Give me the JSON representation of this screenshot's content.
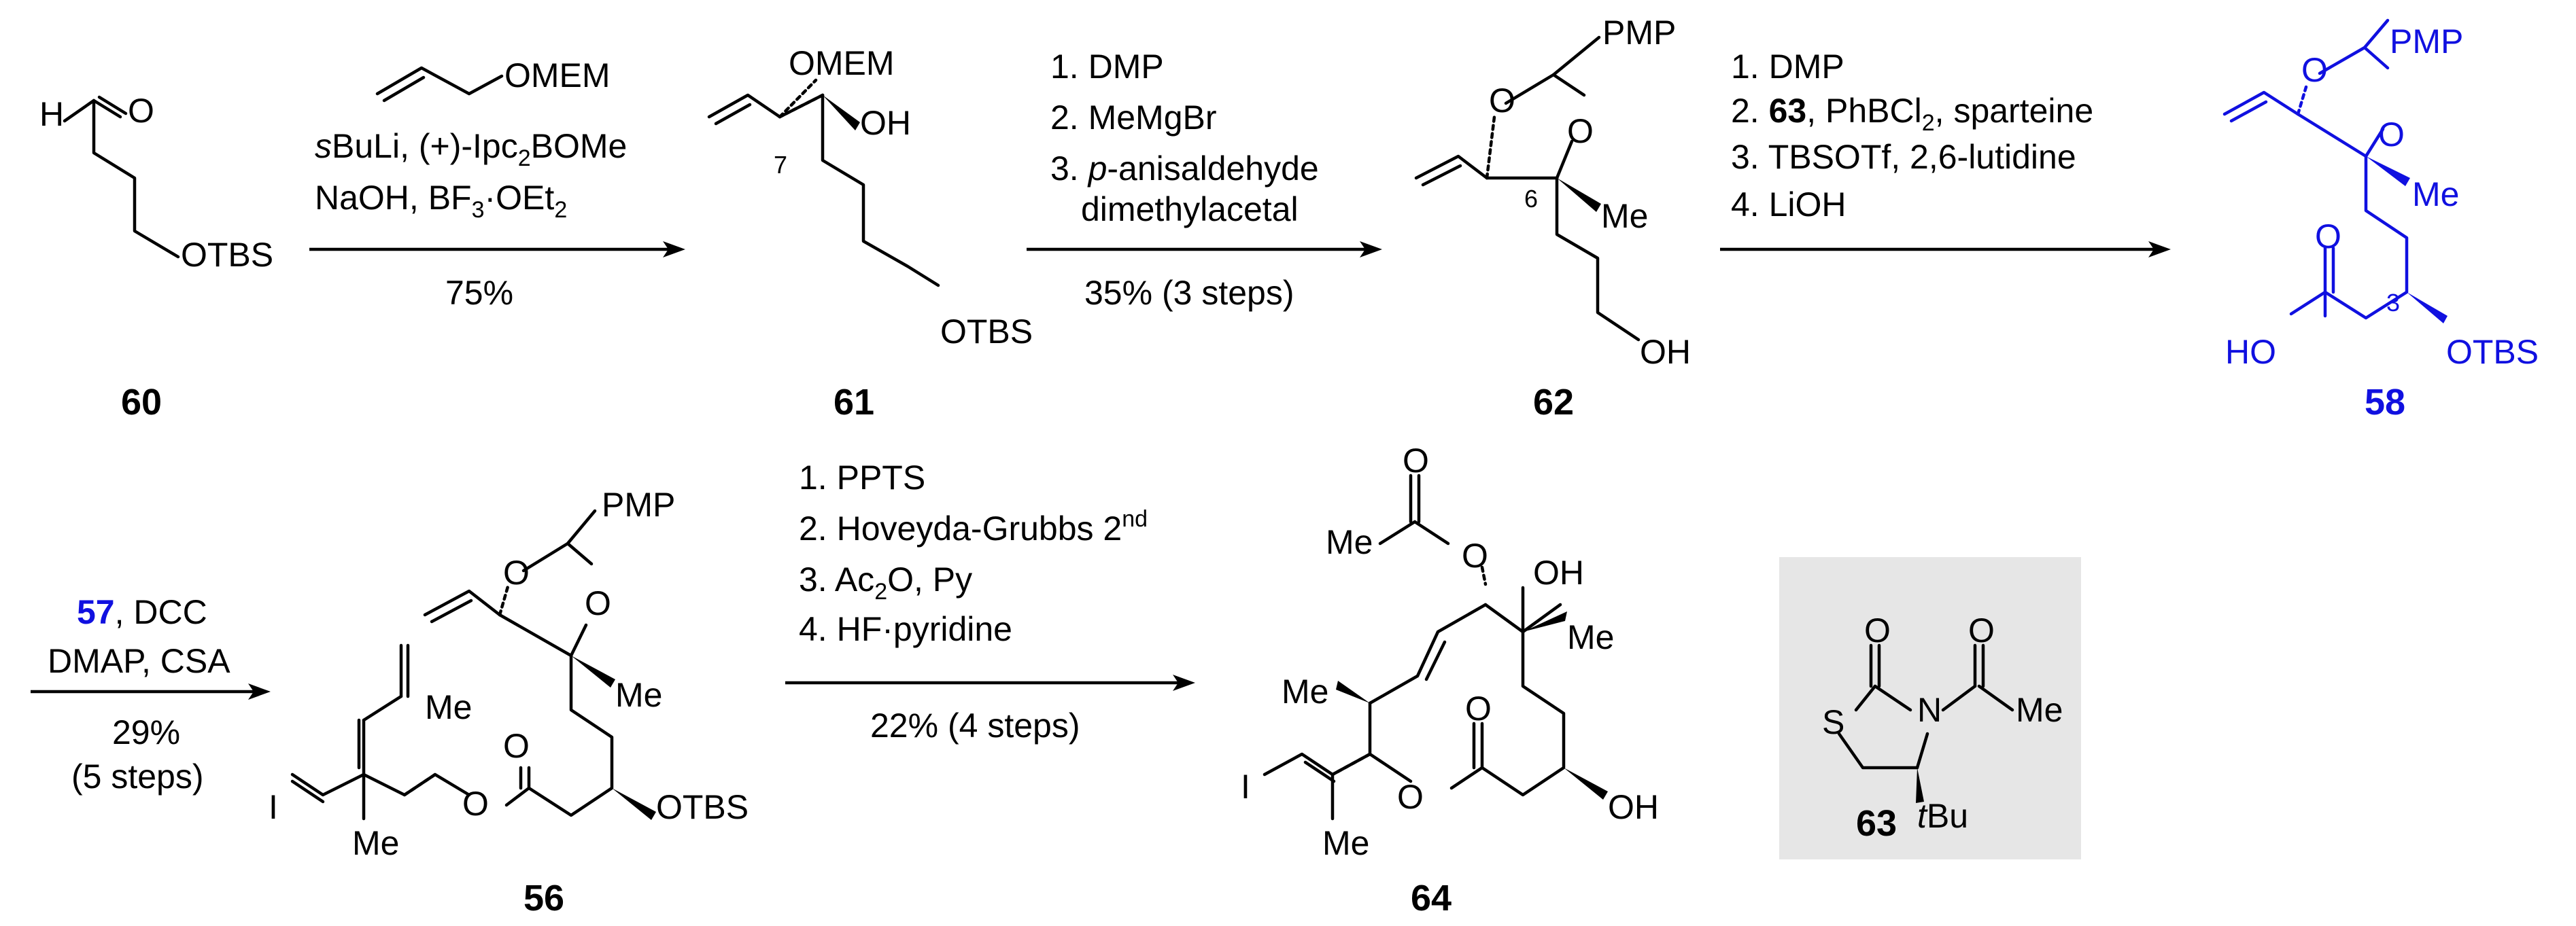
{
  "compounds": {
    "c60": {
      "number": "60",
      "labels": {
        "h": "H",
        "o": "O",
        "otbs": "OTBS"
      }
    },
    "c61": {
      "number": "61",
      "labels": {
        "omem": "OMEM",
        "oh": "OH",
        "otbs": "OTBS",
        "c7": "7"
      }
    },
    "c62": {
      "number": "62",
      "labels": {
        "pmp": "PMP",
        "o1": "O",
        "o2": "O",
        "me": "Me",
        "oh": "OH",
        "c6": "6"
      }
    },
    "c58": {
      "number": "58",
      "labels": {
        "pmp": "PMP",
        "o1": "O",
        "o2": "O",
        "me": "Me",
        "o": "O",
        "ho": "HO",
        "otbs": "OTBS",
        "c3": "3"
      }
    },
    "c56": {
      "number": "56",
      "labels": {
        "pmp": "PMP",
        "o1": "O",
        "o2": "O",
        "me1": "Me",
        "me2": "Me",
        "i": "I",
        "me3": "Me",
        "o3": "O",
        "o4": "O",
        "otbs": "OTBS"
      }
    },
    "c64": {
      "number": "64",
      "labels": {
        "o1": "O",
        "me1": "Me",
        "o2": "O",
        "oh1": "OH",
        "me2": "Me",
        "me3": "Me",
        "o3": "O",
        "o4": "O",
        "i": "I",
        "me4": "Me",
        "oh2": "OH"
      }
    },
    "c63": {
      "number": "63",
      "labels": {
        "o1": "O",
        "o2": "O",
        "s": "S",
        "n": "N",
        "me": "Me",
        "tbu_t": "t",
        "tbu_bu": "Bu"
      }
    }
  },
  "steps": {
    "s1": {
      "reagent_group": "OMEM",
      "line1_s": "s",
      "line1": "BuLi, (+)-Ipc",
      "line1_sub": "2",
      "line1_end": "BOMe",
      "line2": "NaOH, BF",
      "line2_sub": "3",
      "line2_end": "·OEt",
      "line2_sub2": "2",
      "yield": "75%"
    },
    "s2": {
      "l1": "1. DMP",
      "l2": "2. MeMgBr",
      "l3a": "3. ",
      "l3b": "p",
      "l3c": "-anisaldehyde",
      "l4": "dimethylacetal",
      "yield": "35% (3 steps)"
    },
    "s3": {
      "l1": "1. DMP",
      "l2a": "2. ",
      "l2b": "63",
      "l2c": ", PhBCl",
      "l2sub": "2",
      "l2d": ", sparteine",
      "l3": "3. TBSOTf, 2,6-lutidine",
      "l4": "4. LiOH"
    },
    "s4": {
      "l1a": "57",
      "l1b": ", DCC",
      "l2": "DMAP, CSA",
      "yield1": "29%",
      "yield2": "(5 steps)"
    },
    "s5": {
      "l1": "1. PPTS",
      "l2a": "2. Hoveyda-Grubbs 2",
      "l2sup": "nd",
      "l3a": "3. Ac",
      "l3sub": "2",
      "l3b": "O, Py",
      "l4": "4. HF·pyridine",
      "yield": "22% (4 steps)"
    }
  },
  "colors": {
    "highlight": "#1010e0",
    "box": "#e6e6e6"
  }
}
